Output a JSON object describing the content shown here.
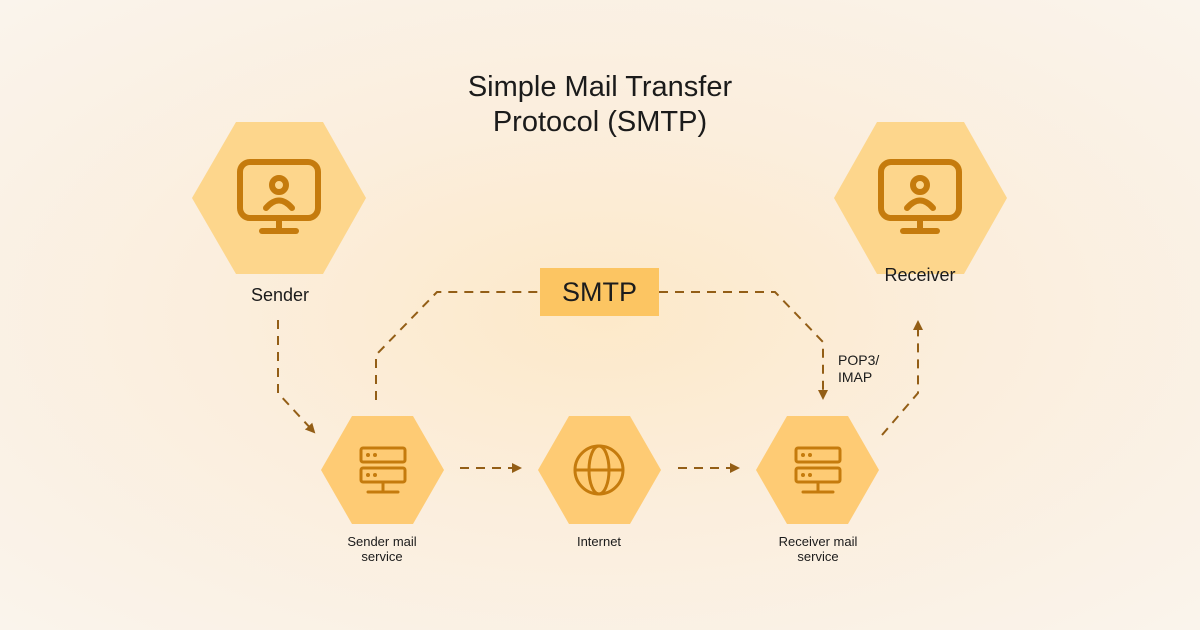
{
  "title": {
    "line1": "Simple Mail Transfer",
    "line2": "Protocol (SMTP)"
  },
  "badge": "SMTP",
  "nodes": {
    "sender": {
      "label": "Sender",
      "icon": "monitor-user-icon"
    },
    "receiver": {
      "label": "Receiver",
      "icon": "monitor-user-icon"
    },
    "sender_mail": {
      "line1": "Sender mail",
      "line2": "service",
      "icon": "server-icon"
    },
    "internet": {
      "label": "Internet",
      "icon": "globe-icon"
    },
    "receiver_mail": {
      "line1": "Receiver mail",
      "line2": "service",
      "icon": "server-icon"
    }
  },
  "pop3_label": {
    "line1": "POP3/",
    "line2": "IMAP"
  },
  "colors": {
    "hex_light": "#fdd68c",
    "hex_small": "#fecb74",
    "icon": "#c57b0d",
    "arrow": "#935e16",
    "badge": "#fcc562"
  }
}
